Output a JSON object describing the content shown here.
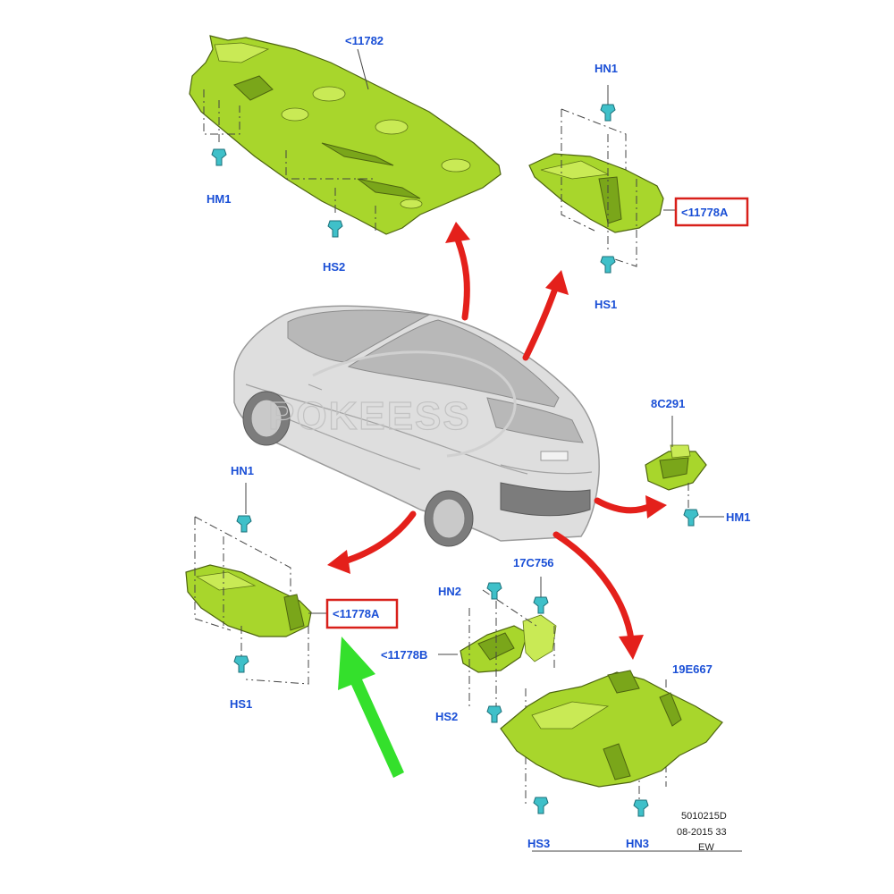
{
  "watermark": "POKEESS",
  "labels": {
    "top_shield_part": "<11782",
    "top_shield_clip_left": "HM1",
    "top_shield_clip_bottom": "HS2",
    "right_shield_clip_top": "HN1",
    "right_shield_part": "<11778A",
    "right_shield_clip_bottom": "HS1",
    "bracket_part": "8C291",
    "bracket_clip": "HM1",
    "left_shield_clip_top": "HN1",
    "left_shield_part": "<11778A",
    "left_shield_clip_bottom": "HS1",
    "rear_clip_hn2": "HN2",
    "rear_bracket_part": "17C756",
    "rear_cover_part": "<11778B",
    "rear_clip_hs2": "HS2",
    "rear_shield_part": "19E667",
    "rear_clip_hs3": "HS3",
    "rear_clip_hn3": "HN3"
  },
  "drawing_code": {
    "line1": "5010215D",
    "line2": "08-2015 33",
    "line3": "EW"
  },
  "colors": {
    "label_text": "#1a4fd6",
    "part_fill": "#a8d62c",
    "callout_arrows": "#e4201b",
    "highlight_box": "#d8201a",
    "pointer_arrow": "#34e02c",
    "clip_fill": "#3fc0c9"
  },
  "highlighted_parts": [
    "<11778A"
  ]
}
